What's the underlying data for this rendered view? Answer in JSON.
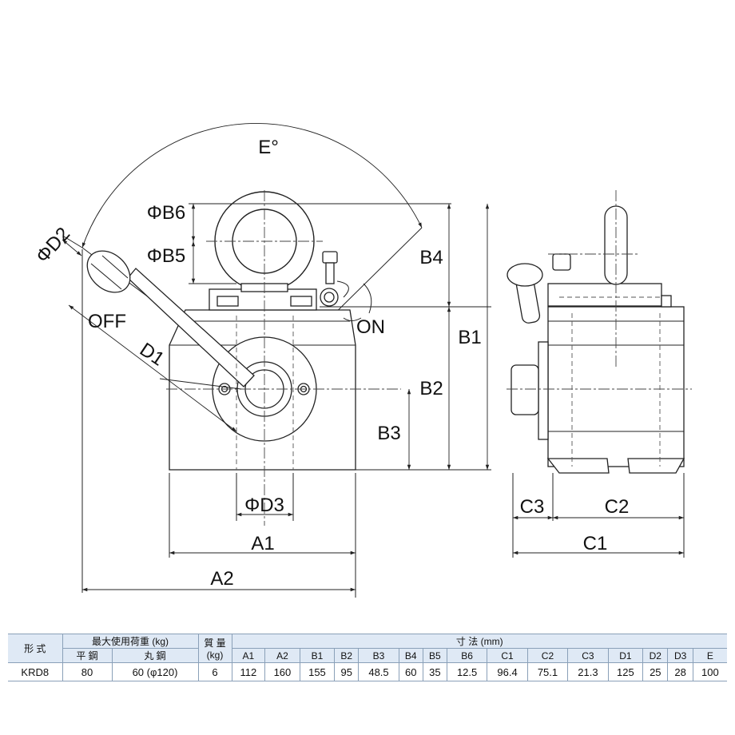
{
  "drawing": {
    "labels": {
      "E": "E°",
      "D2": "ΦD2",
      "B6": "ΦB6",
      "B5": "ΦB5",
      "B4": "B4",
      "B1": "B1",
      "B2": "B2",
      "B3": "B3",
      "OFF": "OFF",
      "ON": "ON",
      "D1": "D1",
      "D3": "ΦD3",
      "A1": "A1",
      "A2": "A2",
      "C3": "C3",
      "C2": "C2",
      "C1": "C1"
    }
  },
  "table": {
    "header": {
      "model": "形 式",
      "max_load": "最大使用荷重 (kg)",
      "flat_steel": "平 鋼",
      "round_steel": "丸 鋼",
      "mass": "質 量",
      "mass_unit": "(kg)",
      "dimensions": "寸 法 (mm)",
      "dim_cols": [
        "A1",
        "A2",
        "B1",
        "B2",
        "B3",
        "B4",
        "B5",
        "B6",
        "C1",
        "C2",
        "C3",
        "D1",
        "D2",
        "D3",
        "E"
      ]
    },
    "rows": [
      {
        "model": "KRD8",
        "flat_steel": "80",
        "round_steel": "60 (φ120)",
        "mass": "6",
        "dims": [
          "112",
          "160",
          "155",
          "95",
          "48.5",
          "60",
          "35",
          "12.5",
          "96.4",
          "75.1",
          "21.3",
          "125",
          "25",
          "28",
          "100"
        ]
      }
    ]
  }
}
